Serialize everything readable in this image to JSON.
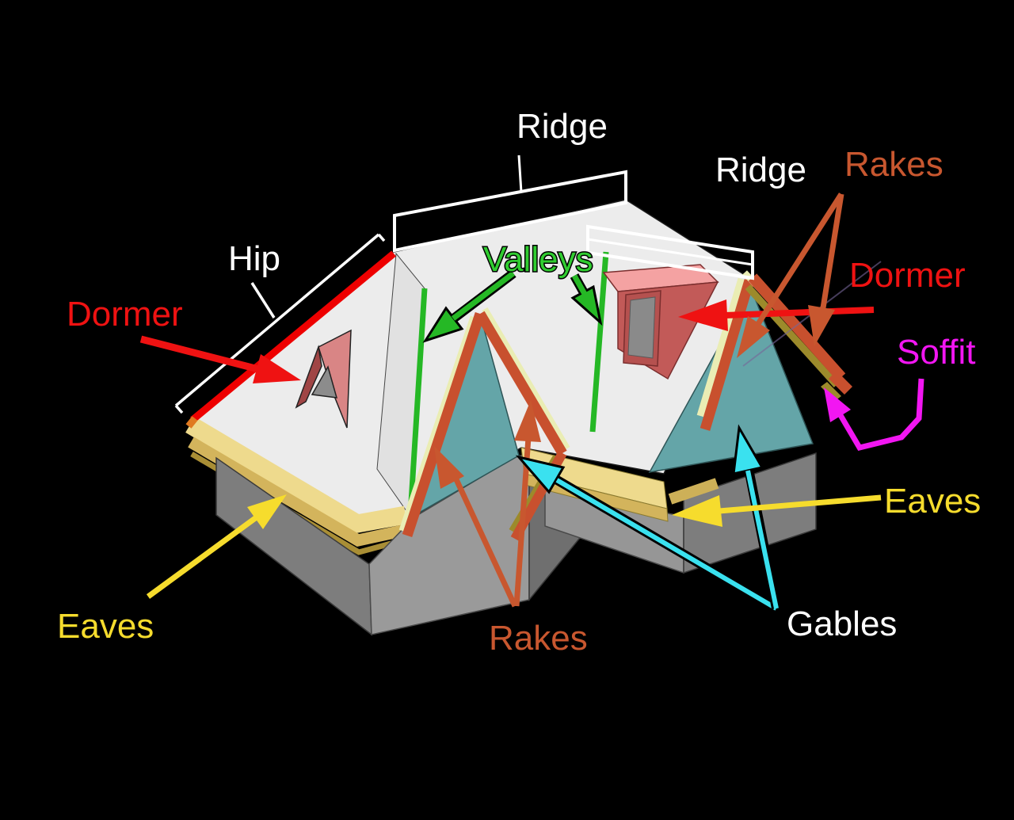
{
  "diagram": {
    "description": "Roof terminology diagram: 3D house with hip roof, cross gables and dormers on black background",
    "background": "#000000"
  },
  "labels": {
    "ridge_main": {
      "text": "Ridge",
      "color": "#ffffff"
    },
    "ridge_right": {
      "text": "Ridge",
      "color": "#ffffff"
    },
    "rakes_top": {
      "text": "Rakes",
      "color": "#c8572f"
    },
    "hip": {
      "text": "Hip",
      "color": "#ffffff"
    },
    "dormer_left": {
      "text": "Dormer",
      "color": "#ef1212"
    },
    "valleys": {
      "text": "Valleys",
      "color": "#30cc30"
    },
    "dormer_right": {
      "text": "Dormer",
      "color": "#ef1212"
    },
    "soffit": {
      "text": "Soffit",
      "color": "#f216f2"
    },
    "eaves_right": {
      "text": "Eaves",
      "color": "#f6dc2d"
    },
    "eaves_left": {
      "text": "Eaves",
      "color": "#f6dc2d"
    },
    "rakes_bottom": {
      "text": "Rakes",
      "color": "#c8572f"
    },
    "gables": {
      "text": "Gables",
      "color": "#ffffff"
    }
  },
  "feature_colors": {
    "ridge_bracket": "#ffffff",
    "hip_edge": "#ee0000",
    "valley_lines": "#25b825",
    "rake_trim": "#c8502e",
    "eave_band": "#eeda8d",
    "eave_band_side": "#d3b45c",
    "soffit_underside": "#9c8a2b",
    "sub_fascia": "#eaedb4",
    "gable_wall": "#64a5a8",
    "house_wall": "#9a9a9a",
    "house_wall_shaded": "#7d7d7d",
    "roof_surface": "#ececec",
    "dormer_roof": "#f4a2a2",
    "dormer_face": "#c25a58",
    "arrow_red": "#ef1212",
    "arrow_orange": "#c8572f",
    "arrow_green": "#25b825",
    "arrow_cyan": "#3ae1ef",
    "arrow_yellow": "#f6dc2d",
    "arrow_magenta": "#f216f2"
  },
  "annotations": [
    {
      "term": "Ridge",
      "marker": "white bracket along main roof top edge and wing roof top edge"
    },
    {
      "term": "Hip",
      "marker": "white bracket beside red-highlighted sloped hip edge"
    },
    {
      "term": "Valleys",
      "marker": "green lines where roof planes meet, two green arrows"
    },
    {
      "term": "Rakes",
      "marker": "orange gable-edge trim, two arrow pairs from top-right and bottom labels"
    },
    {
      "term": "Eaves",
      "marker": "yellow horizontal roof-bottom band, yellow arrows left and right"
    },
    {
      "term": "Gables",
      "marker": "teal triangular wall ends, two cyan arrows"
    },
    {
      "term": "Soffit",
      "marker": "magenta bent arrow to underside of rake overhang"
    },
    {
      "term": "Dormer",
      "marker": "red arrows to small roof dormers"
    }
  ]
}
